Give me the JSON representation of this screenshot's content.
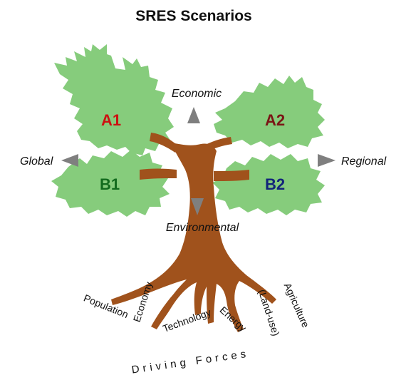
{
  "title": "SRES  Scenarios",
  "axes": {
    "top": "Economic",
    "bottom": "Environmental",
    "left": "Global",
    "right": "Regional"
  },
  "scenarios": [
    {
      "id": "A1",
      "label": "A1",
      "color": "#cc1111"
    },
    {
      "id": "A2",
      "label": "A2",
      "color": "#7a1515"
    },
    {
      "id": "B1",
      "label": "B1",
      "color": "#136b1e"
    },
    {
      "id": "B2",
      "label": "B2",
      "color": "#12247a"
    }
  ],
  "driving_forces": {
    "label": "Driving Forces",
    "roots": [
      "Population",
      "Economy",
      "Technology",
      "Energy",
      "(Land-use)",
      "Agriculture"
    ]
  },
  "colors": {
    "foliage": "#86cc7c",
    "trunk": "#a0521c",
    "arrow": "#7f7f7f",
    "text": "#111111"
  }
}
